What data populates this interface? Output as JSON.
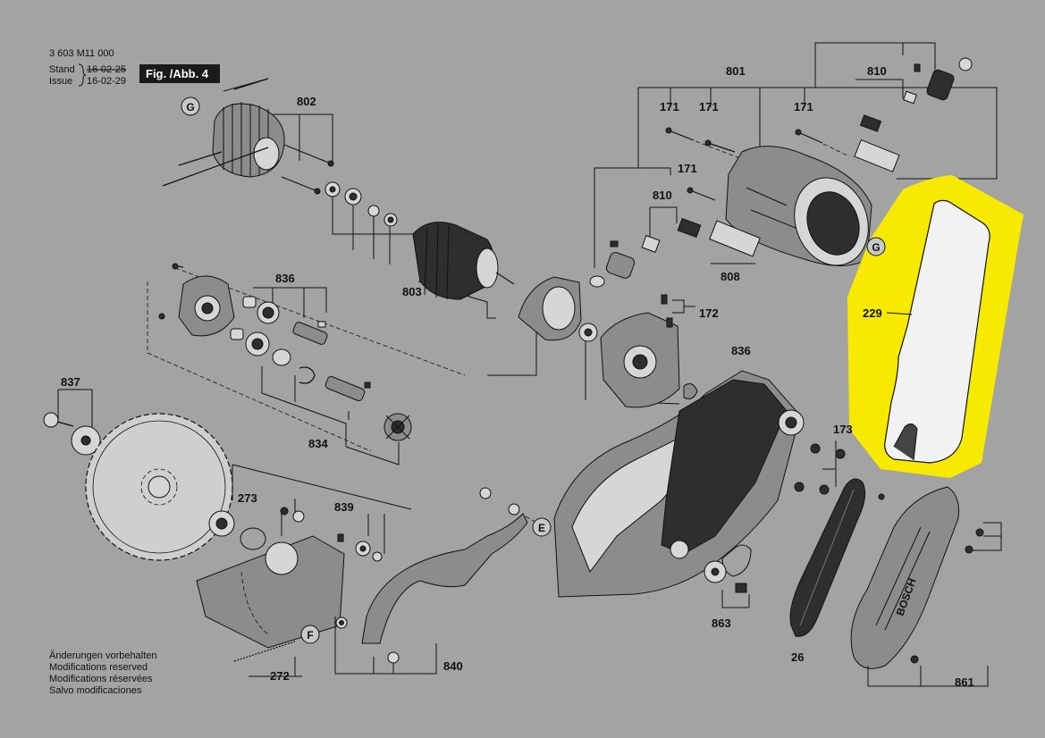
{
  "header": {
    "doc_number": "3 603 M11 000",
    "stand_label": "Stand",
    "stand_date": "16-02-25",
    "issue_label": "Issue",
    "issue_date": "16-02-29",
    "fig_label": "Fig. /Abb. 4"
  },
  "footer": [
    "Änderungen vorbehalten",
    "Modifications reserved",
    "Modifications réservées",
    "Salvo modificaciones"
  ],
  "labels": {
    "p802": "802",
    "p801": "801",
    "p810a": "810",
    "p171a": "171",
    "p171b": "171",
    "p171c": "171",
    "p171d": "171",
    "p810b": "810",
    "p808": "808",
    "p803": "803",
    "p836a": "836",
    "p172": "172",
    "p836b": "836",
    "p173": "173",
    "p837": "837",
    "p834": "834",
    "p229": "229",
    "p273": "273",
    "p839": "839",
    "p863": "863",
    "p26": "26",
    "p861": "861",
    "p840": "840",
    "p272": "272"
  },
  "markers": {
    "g1": "G",
    "g2": "G",
    "e": "E",
    "f": "F"
  },
  "brand_text": "BOSCH",
  "colors": {
    "background": "#a3a3a3",
    "highlight": "#f7ea00",
    "ink": "#111111"
  }
}
